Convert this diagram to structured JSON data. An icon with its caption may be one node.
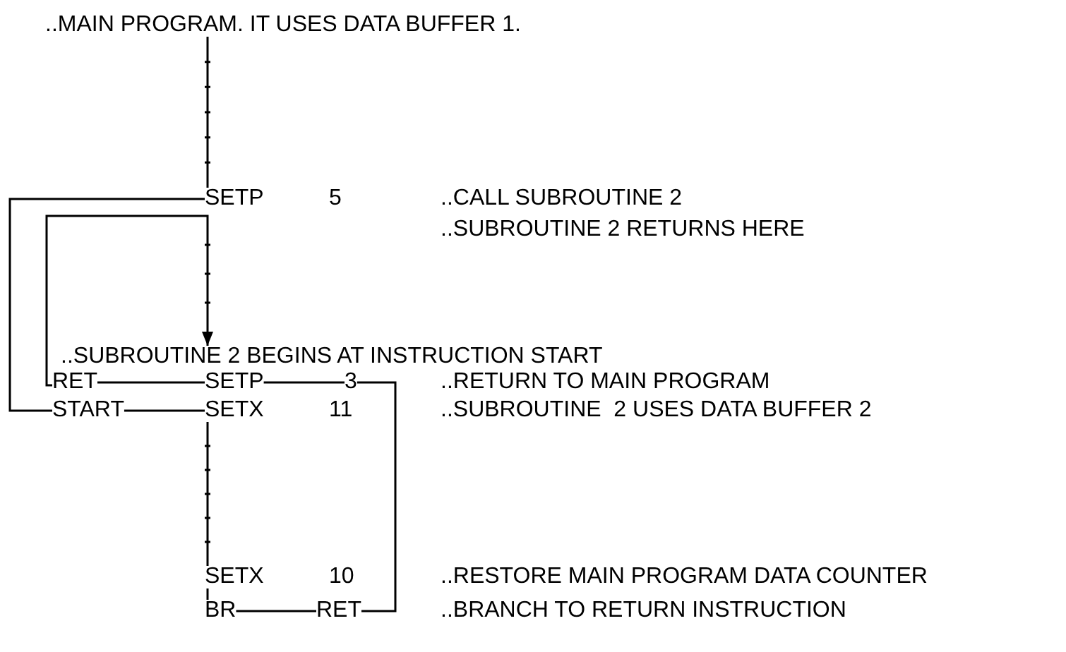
{
  "diagram": {
    "nodes": [
      {
        "text": [
          "..MAIN PROGRAM. IT USES DATA BUFFER 1."
        ]
      },
      {
        "text": [
          "SETP"
        ]
      },
      {
        "text": [
          "..SUBROUTINE 2 BEGINS AT INSTRUCTION START"
        ]
      },
      {
        "text": [
          "RET"
        ]
      },
      {
        "text": [
          "SETP"
        ]
      },
      {
        "text": [
          "3"
        ]
      },
      {
        "text": [
          "START"
        ]
      },
      {
        "text": [
          "SETX"
        ]
      },
      {
        "text": [
          "SETX"
        ]
      },
      {
        "text": [
          "BR"
        ]
      },
      {
        "text": [
          "RET"
        ]
      }
    ],
    "edges": [
      {
        "from": 0,
        "to": 1,
        "arrow": "none"
      },
      {
        "from": 1,
        "to": 6,
        "arrow": "none"
      },
      {
        "from": 3,
        "to": 2,
        "arrow": "to"
      },
      {
        "from": 3,
        "to": 4,
        "arrow": "none"
      },
      {
        "from": 4,
        "to": 5,
        "arrow": "none"
      },
      {
        "from": 5,
        "to": 10,
        "arrow": "none"
      },
      {
        "from": 6,
        "to": 7,
        "arrow": "none"
      },
      {
        "from": 7,
        "to": 8,
        "arrow": "none"
      },
      {
        "from": 8,
        "to": 9,
        "arrow": "none"
      },
      {
        "from": 9,
        "to": 10,
        "arrow": "none"
      }
    ],
    "labels": [
      "5",
      "..CALL SUBROUTINE 2",
      "..SUBROUTINE 2 RETURNS HERE",
      "..RETURN TO MAIN PROGRAM",
      "11",
      "..SUBROUTINE  2 USES DATA BUFFER 2",
      "10",
      "..RESTORE MAIN PROGRAM DATA COUNTER",
      "..BRANCH TO RETURN INSTRUCTION"
    ]
  }
}
